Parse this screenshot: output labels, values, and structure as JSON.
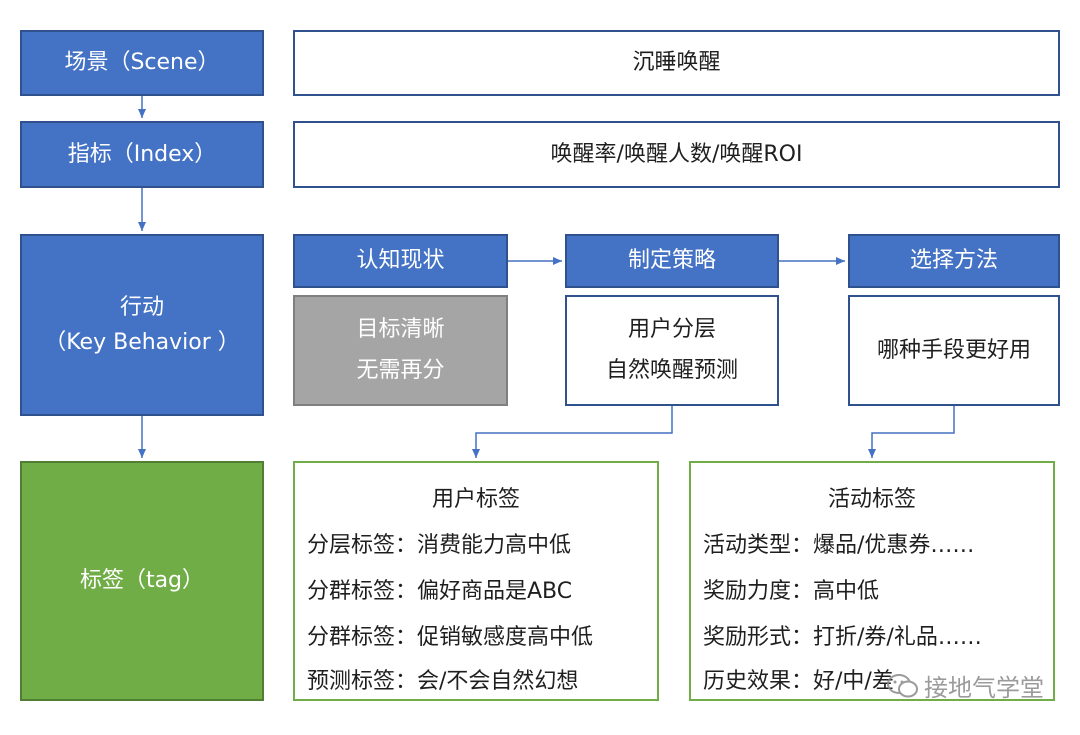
{
  "left": {
    "scene": "场景（Scene）",
    "index": "指标（Index）",
    "behavior_line1": "行动",
    "behavior_line2": "（Key Behavior ）",
    "tag": "标签（tag）"
  },
  "right": {
    "scene_value": "沉睡唤醒",
    "index_value": "唤醒率/唤醒人数/唤醒ROI"
  },
  "steps": {
    "s1": "认知现状",
    "s2": "制定策略",
    "s3": "选择方法"
  },
  "details": {
    "d1_line1": "目标清晰",
    "d1_line2": "无需再分",
    "d2_line1": "用户分层",
    "d2_line2": "自然唤醒预测",
    "d3": "哪种手段更好用"
  },
  "user_tags": {
    "title": "用户标签",
    "rows": [
      "分层标签：消费能力高中低",
      "分群标签：偏好商品是ABC",
      "分群标签：促销敏感度高中低",
      "预测标签：会/不会自然幻想"
    ]
  },
  "activity_tags": {
    "title": "活动标签",
    "rows": [
      "活动类型：爆品/优惠券……",
      "奖励力度：高中低",
      "奖励形式：打折/券/礼品……",
      "历史效果：好/中/差"
    ]
  },
  "watermark": "接地气学堂",
  "colors": {
    "blue": "#4472c4",
    "grey": "#a5a5a5",
    "green": "#70ad47"
  }
}
